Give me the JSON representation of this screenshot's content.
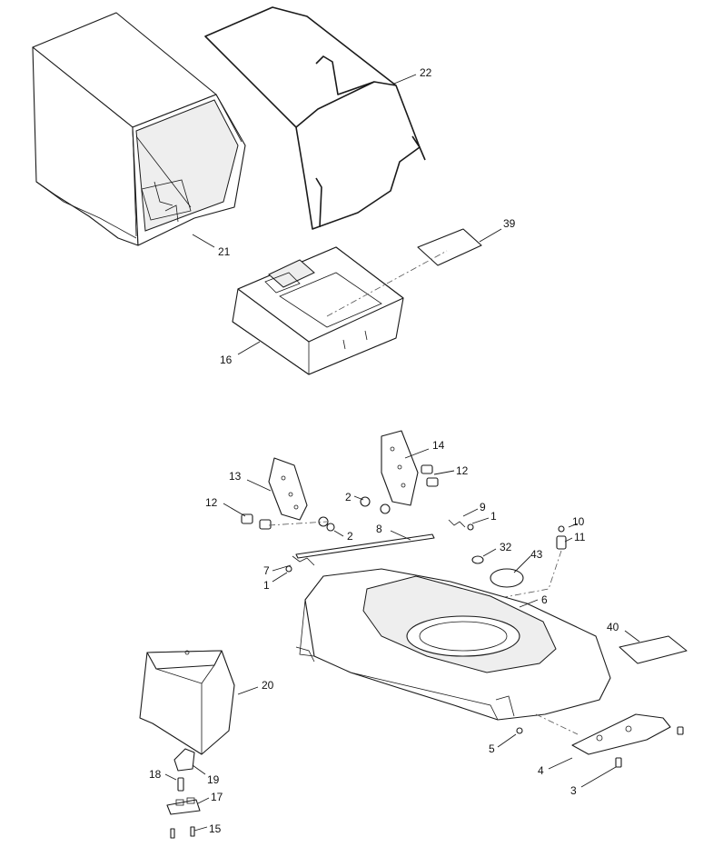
{
  "callouts": {
    "p1a": "1",
    "p1b": "1",
    "p2a": "2",
    "p2b": "2",
    "p3": "3",
    "p4": "4",
    "p5": "5",
    "p6": "6",
    "p7": "7",
    "p8": "8",
    "p9": "9",
    "p10": "10",
    "p11": "11",
    "p12a": "12",
    "p12b": "12",
    "p13": "13",
    "p14": "14",
    "p15": "15",
    "p16": "16",
    "p17": "17",
    "p18": "18",
    "p19": "19",
    "p20": "20",
    "p21": "21",
    "p22": "22",
    "p32": "32",
    "p39": "39",
    "p40": "40",
    "p43": "43"
  }
}
